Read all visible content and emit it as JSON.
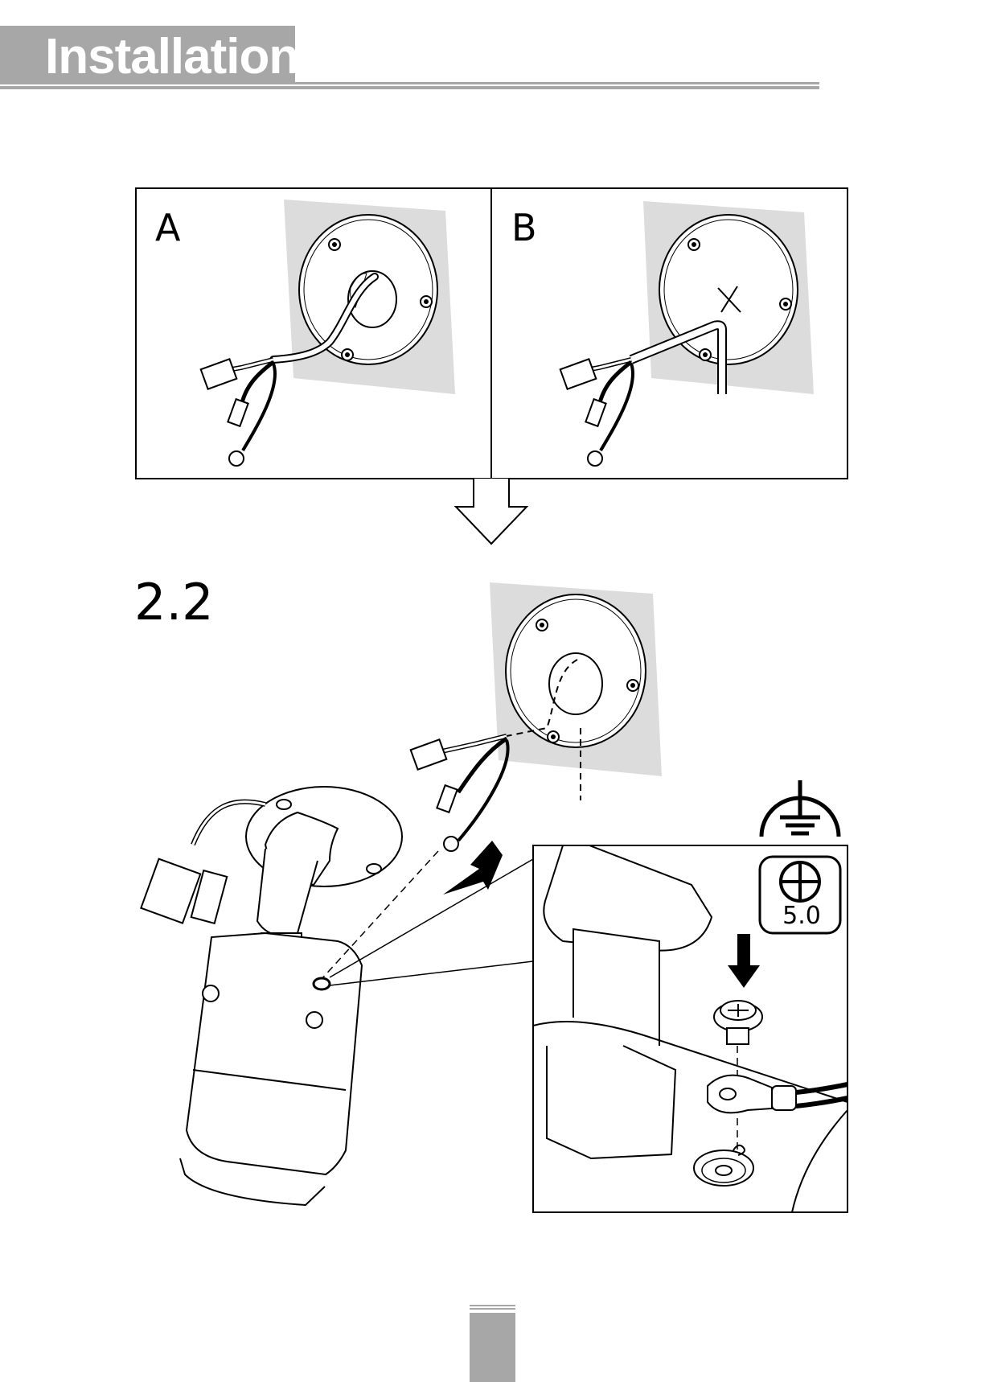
{
  "header": {
    "title": "Installation"
  },
  "panels": {
    "a_label": "A",
    "b_label": "B"
  },
  "step": {
    "number": "2.2"
  },
  "detail": {
    "torque_value": "5.0"
  },
  "colors": {
    "header_gray": "#a7a7a7",
    "wall_gray": "#dcdcdc"
  },
  "icons": [
    "ground-symbol-icon",
    "phillips-screwdriver-icon",
    "down-arrow-icon",
    "insert-arrow-icon"
  ]
}
